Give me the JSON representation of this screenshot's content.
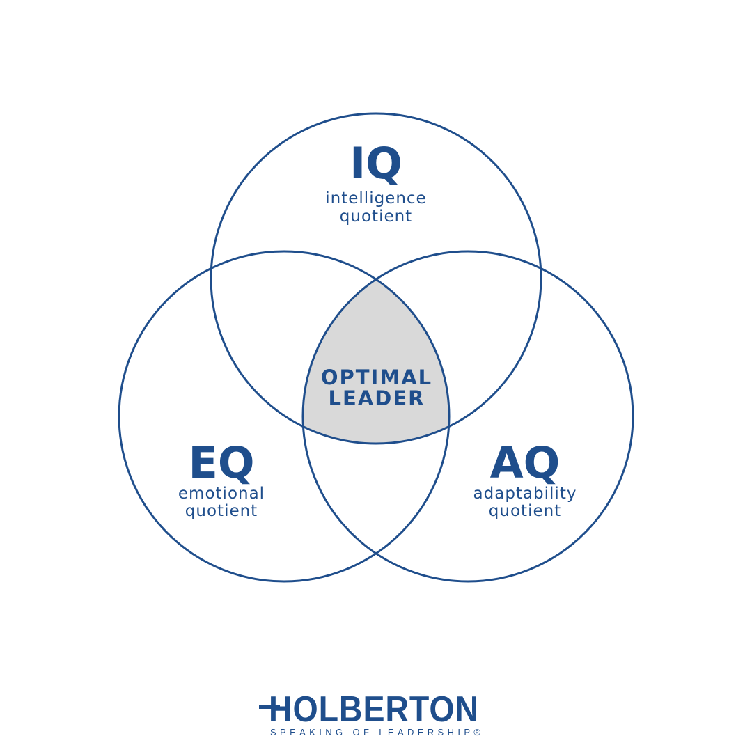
{
  "diagram": {
    "accent_color": "#1f4e8c",
    "overlap_fill": "#d9d9d9",
    "circles": [
      {
        "id": "iq",
        "abbr": "IQ",
        "line1": "intelligence",
        "line2": "quotient"
      },
      {
        "id": "eq",
        "abbr": "EQ",
        "line1": "emotional",
        "line2": "quotient"
      },
      {
        "id": "aq",
        "abbr": "AQ",
        "line1": "adaptability",
        "line2": "quotient"
      }
    ],
    "center": {
      "line1": "OPTIMAL",
      "line2": "LEADER"
    }
  },
  "logo": {
    "name": "HOLBERTON",
    "tagline": "SPEAKING OF LEADERSHIP®"
  }
}
